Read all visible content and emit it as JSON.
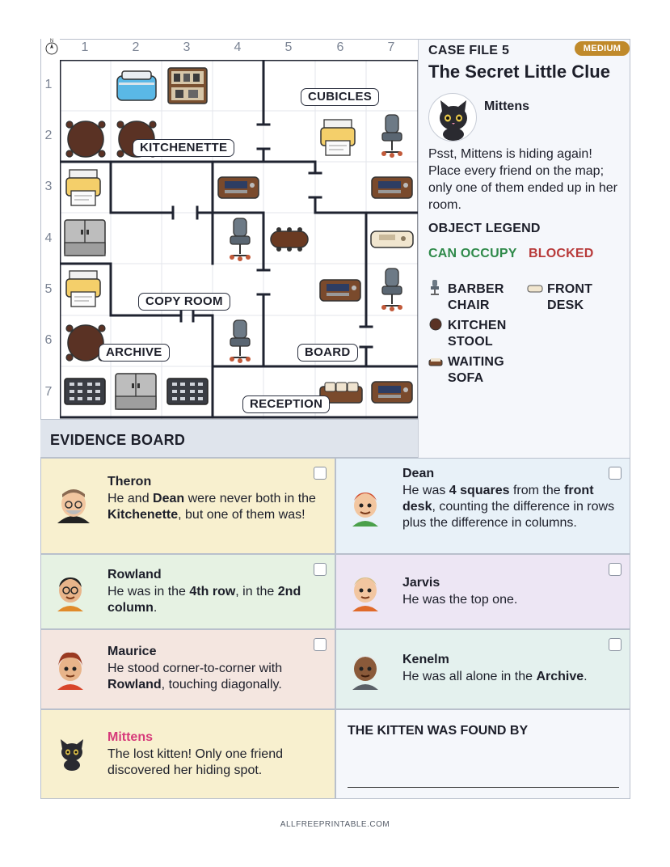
{
  "grid": {
    "columns": [
      "1",
      "2",
      "3",
      "4",
      "5",
      "6",
      "7"
    ],
    "rows": [
      "1",
      "2",
      "3",
      "4",
      "5",
      "6",
      "7"
    ],
    "compass_label": "N"
  },
  "rooms": {
    "kitchenette": "KITCHENETTE",
    "cubicles": "CUBICLES",
    "copy_room": "COPY ROOM",
    "archive": "ARCHIVE",
    "board": "BOARD",
    "reception": "RECEPTION"
  },
  "case": {
    "case_file": "CASE FILE 5",
    "difficulty": "MEDIUM",
    "title": "The Secret Little Clue",
    "kitten_name": "Mittens",
    "intro": "Psst, Mittens is hiding again! Place every friend on the map; only one of them ended up in her room."
  },
  "legend": {
    "title": "OBJECT LEGEND",
    "can_occupy": "CAN OCCUPY",
    "blocked": "BLOCKED",
    "items": [
      {
        "line1": "BARBER",
        "line2": "CHAIR"
      },
      {
        "line1": "FRONT",
        "line2": "DESK"
      },
      {
        "line1": "KITCHEN",
        "line2": "STOOL"
      },
      {
        "line1": "WAITING",
        "line2": "SOFA"
      }
    ]
  },
  "evidence": {
    "heading": "EVIDENCE BOARD",
    "cards": [
      {
        "name": "Theron",
        "clue_parts": [
          "He and ",
          "Dean",
          " were never both in the ",
          "Kitchenette",
          ", but one of them was!"
        ]
      },
      {
        "name": "Dean",
        "clue_parts": [
          "He was ",
          "4 squares",
          " from the ",
          "front desk",
          ", counting the difference in rows plus the difference in columns."
        ]
      },
      {
        "name": "Rowland",
        "clue_parts": [
          "He was in the ",
          "4th row",
          ", in the ",
          "2nd column",
          "."
        ]
      },
      {
        "name": "Jarvis",
        "clue_parts": [
          "He was the top one."
        ]
      },
      {
        "name": "Maurice",
        "clue_parts": [
          "He stood corner-to-corner with ",
          "Rowland",
          ", touching diagonally."
        ]
      },
      {
        "name": "Kenelm",
        "clue_parts": [
          "He was all alone in the ",
          "Archive",
          "."
        ]
      },
      {
        "name": "Mittens",
        "clue_parts": [
          "The lost kitten! Only one friend discovered her hiding spot."
        ]
      }
    ],
    "answer_label": "THE KITTEN WAS FOUND BY"
  },
  "colors": {
    "can_occupy": "#2f8a4a",
    "blocked": "#b83a3a",
    "badge": "#c08a2b",
    "kitten_name": "#d63a7a",
    "card_yellow": "#f8f0cf",
    "card_blue": "#e8f1f8",
    "card_green": "#e6f2e3",
    "card_purple": "#ede6f4",
    "card_pink": "#f4e6e0",
    "card_teal": "#e4f1ee"
  },
  "footer": "ALLFREEPRINTABLE.COM"
}
